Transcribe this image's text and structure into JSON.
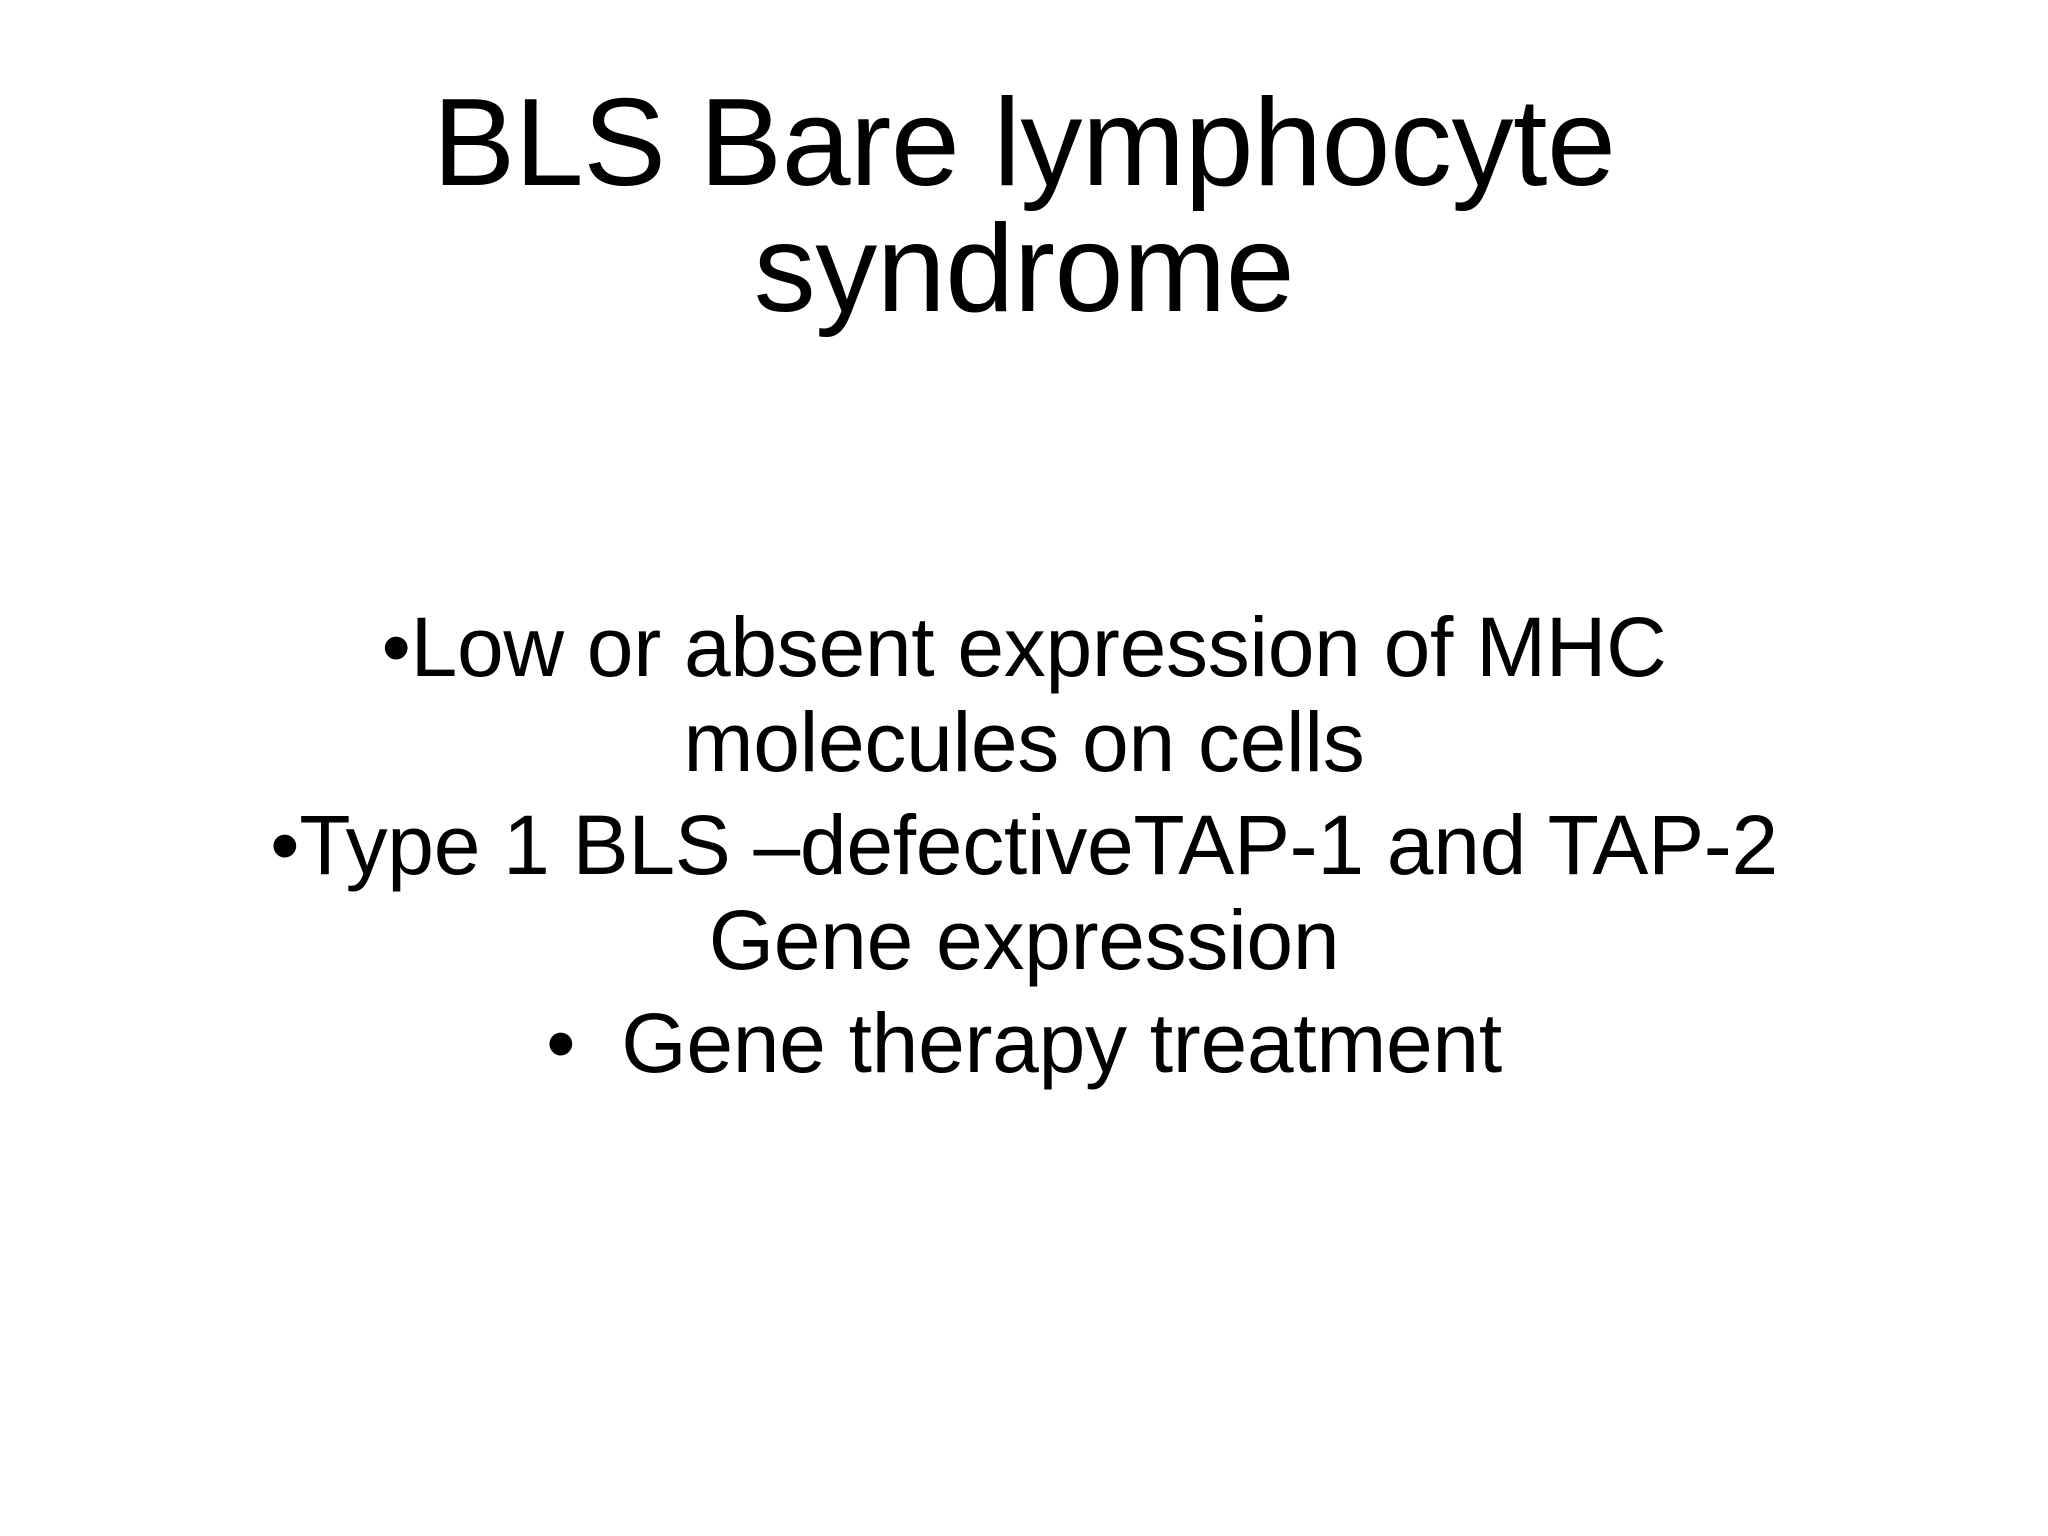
{
  "slide": {
    "background_color": "#ffffff",
    "text_color": "#000000",
    "title": {
      "full_text": "BLS Bare lymphocyte syndrome",
      "lines": [
        "BLS Bare lymphocyte",
        "syndrome"
      ]
    },
    "bullets": [
      {
        "marker": "•",
        "marker_spacing": "none",
        "text": "Low or absent expression of MHC molecules on cells",
        "lines": [
          "Low or absent expression of MHC",
          "molecules on cells"
        ]
      },
      {
        "marker": "•",
        "marker_spacing": "none",
        "text": "Type 1 BLS –defectiveTAP-1 and TAP-2 Gene expression",
        "lines": [
          "Type 1 BLS –defectiveTAP-1 and",
          "TAP-2 Gene expression"
        ]
      },
      {
        "marker": "•",
        "marker_spacing": "wide",
        "text": "Gene therapy treatment",
        "lines": [
          "Gene therapy treatment"
        ]
      }
    ]
  }
}
